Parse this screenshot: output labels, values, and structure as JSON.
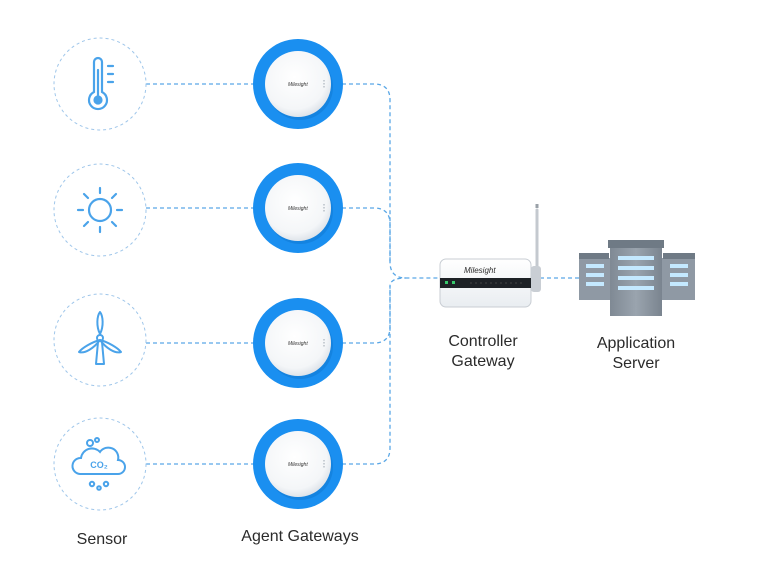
{
  "colors": {
    "accent": "#1a8ff0",
    "connector": "#5aa7e6",
    "sensor_icon": "#4aa3ea",
    "sensor_ring": "#9fc6ea",
    "server_body": "#8c96a1",
    "server_light": "#bfe7ff"
  },
  "sensors": [
    {
      "icon": "thermometer-icon"
    },
    {
      "icon": "sun-icon"
    },
    {
      "icon": "wind-turbine-icon"
    },
    {
      "icon": "co2-cloud-icon",
      "text": "CO₂"
    }
  ],
  "agent_gateways": [
    {
      "brand": "Milesight"
    },
    {
      "brand": "Milesight"
    },
    {
      "brand": "Milesight"
    },
    {
      "brand": "Milesight"
    }
  ],
  "controller": {
    "brand": "Milesight"
  },
  "labels": {
    "sensor": "Sensor",
    "agent_gateways": "Agent Gateways",
    "controller_line1": "Controller",
    "controller_line2": "Gateway",
    "server_line1": "Application",
    "server_line2": "Server"
  }
}
